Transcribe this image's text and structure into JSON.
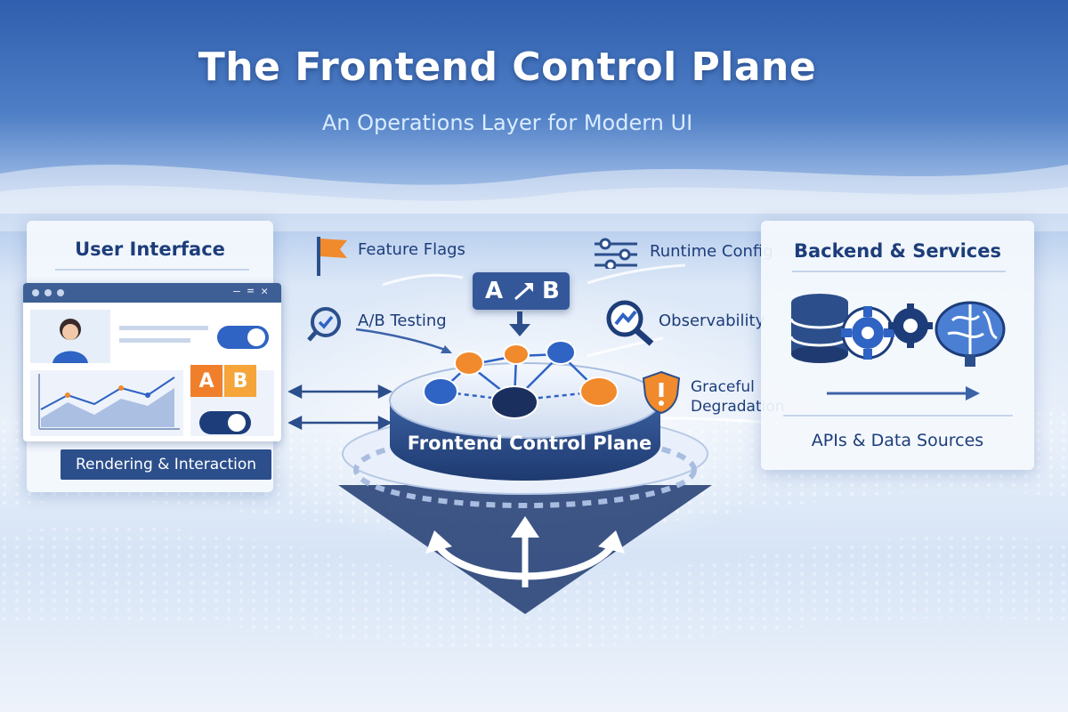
{
  "header": {
    "title": "The Frontend Control Plane",
    "subtitle": "An Operations Layer for Modern UI"
  },
  "left_panel": {
    "heading": "User Interface",
    "ab_a": "A",
    "ab_b": "B",
    "caption": "Rendering & Interaction"
  },
  "features": {
    "feature_flags": "Feature Flags",
    "ab_testing": "A/B Testing",
    "runtime_config": "Runtime Config",
    "observability": "Observability",
    "graceful_line1": "Graceful",
    "graceful_line2": "Degradation"
  },
  "ab_badge": {
    "a": "A",
    "b": "B"
  },
  "center": {
    "label": "Frontend Control Plane"
  },
  "right_panel": {
    "heading": "Backend & Services",
    "footer": "APIs & Data Sources"
  },
  "colors": {
    "navy": "#1d3d7a",
    "brand_blue": "#34579a",
    "accent_orange": "#f08a2c",
    "node_blue": "#2f63c4",
    "node_dark": "#1b2f5f"
  },
  "icons": {
    "flag": "flag-icon",
    "ab_test": "ab-test-icon",
    "config": "sliders-icon",
    "observability": "magnifier-chart-icon",
    "shield": "shield-warning-icon",
    "database": "database-icon",
    "gear": "gear-icon",
    "brain": "brain-icon"
  }
}
